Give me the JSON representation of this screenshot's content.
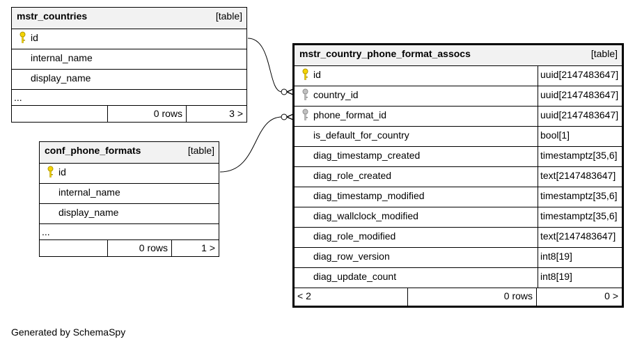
{
  "tables": {
    "mstr_countries": {
      "name": "mstr_countries",
      "kind": "[table]",
      "columns": [
        {
          "name": "id",
          "key": "primary"
        },
        {
          "name": "internal_name",
          "key": "none"
        },
        {
          "name": "display_name",
          "key": "none"
        }
      ],
      "more": "...",
      "footer": {
        "rows": "0 rows",
        "children": "3 >"
      }
    },
    "conf_phone_formats": {
      "name": "conf_phone_formats",
      "kind": "[table]",
      "columns": [
        {
          "name": "id",
          "key": "primary"
        },
        {
          "name": "internal_name",
          "key": "none"
        },
        {
          "name": "display_name",
          "key": "none"
        }
      ],
      "more": "...",
      "footer": {
        "rows": "0 rows",
        "children": "1 >"
      }
    },
    "assocs": {
      "name": "mstr_country_phone_format_assocs",
      "kind": "[table]",
      "columns": [
        {
          "name": "id",
          "type": "uuid[2147483647]",
          "key": "primary"
        },
        {
          "name": "country_id",
          "type": "uuid[2147483647]",
          "key": "foreign"
        },
        {
          "name": "phone_format_id",
          "type": "uuid[2147483647]",
          "key": "foreign"
        },
        {
          "name": "is_default_for_country",
          "type": "bool[1]",
          "key": "none"
        },
        {
          "name": "diag_timestamp_created",
          "type": "timestamptz[35,6]",
          "key": "none"
        },
        {
          "name": "diag_role_created",
          "type": "text[2147483647]",
          "key": "none"
        },
        {
          "name": "diag_timestamp_modified",
          "type": "timestamptz[35,6]",
          "key": "none"
        },
        {
          "name": "diag_wallclock_modified",
          "type": "timestamptz[35,6]",
          "key": "none"
        },
        {
          "name": "diag_role_modified",
          "type": "text[2147483647]",
          "key": "none"
        },
        {
          "name": "diag_row_version",
          "type": "int8[19]",
          "key": "none"
        },
        {
          "name": "diag_update_count",
          "type": "int8[19]",
          "key": "none"
        }
      ],
      "footer": {
        "parents": "< 2",
        "rows": "0 rows",
        "children": "0 >"
      }
    }
  },
  "colors": {
    "header_bg": "#f2f2f2",
    "primary_key_icon": "#f5d400",
    "foreign_key_icon": "#c0c0c0",
    "line": "#000000"
  },
  "credit": "Generated by SchemaSpy"
}
